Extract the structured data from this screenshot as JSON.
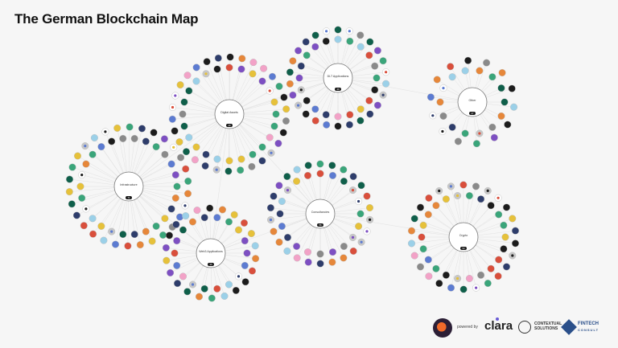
{
  "title": "The German Blockchain Map",
  "clusters": [
    {
      "id": "infrastructure",
      "label": "Infrastructure",
      "count": "71"
    },
    {
      "id": "digital-assets",
      "label": "Digital Assets",
      "count": "49"
    },
    {
      "id": "dlt-applications",
      "label": "DLT Applications",
      "count": "49"
    },
    {
      "id": "other",
      "label": "Other",
      "count": "27"
    },
    {
      "id": "web3-applications",
      "label": "Web3 Applications",
      "count": "36"
    },
    {
      "id": "consultancies",
      "label": "Consultancies",
      "count": "56"
    },
    {
      "id": "crypto",
      "label": "Crypto",
      "count": "53"
    }
  ],
  "footer": {
    "powered_by": "powered by",
    "clara": "clara",
    "cs": "CONTEXTUAL SOLUTIONS",
    "fintech": "FINTECH",
    "fintech_sub": "CONSULT"
  },
  "colors": {
    "background": "#f6f6f6",
    "hub_fill": "#ffffff",
    "hub_stroke": "#777777",
    "spoke": "#dcdcdc",
    "node_palette": [
      "#1c1c1c",
      "#2e3d6b",
      "#5c7bd1",
      "#e6c13a",
      "#d94f3c",
      "#7d4fc2",
      "#3aa57a",
      "#e6873a",
      "#c7c7c7",
      "#ffffff",
      "#9bd0e8",
      "#f2a2c7",
      "#0f5f4a",
      "#8a8a8a"
    ]
  }
}
